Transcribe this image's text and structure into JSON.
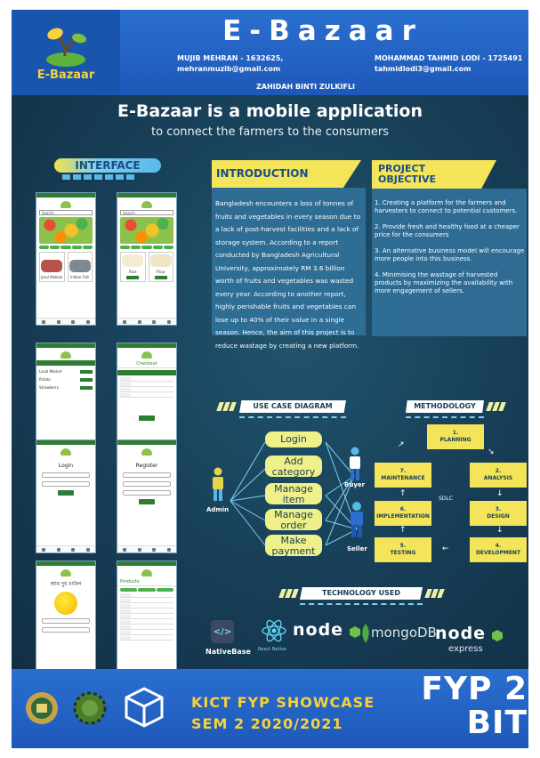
{
  "header": {
    "logo_text": "E-Bazaar",
    "title": "E-Bazaar",
    "author1_name": "MUJIB MEHRAN - 1632625,",
    "author1_email": "mehranmuzib@gmail.com",
    "author2_name": "MOHAMMAD TAHMID LODI - 1725491",
    "author2_email": "tahmidlodi3@gmail.com",
    "supervisor": "ZAHIDAH BINTI ZULKIFLI"
  },
  "headline": {
    "title": "E-Bazaar is a mobile application",
    "subtitle": "to connect the farmers to the consumers"
  },
  "interface": {
    "label": "INTERFACE",
    "screens": {
      "home_search": "Search",
      "card1": "Jarul Malkan",
      "card2": "Indian Fish",
      "card3": "Rice",
      "card4": "Flour",
      "checkout_title": "Checkout",
      "row1": "Local Market",
      "row2": "Potato",
      "row3": "Strawberry",
      "login_title": "Login",
      "register_title": "Register",
      "product_title": "আম দুধ চাউল",
      "products_title": "Products"
    }
  },
  "introduction": {
    "heading": "INTRODUCTION",
    "text": "Bangladesh encounters a loss of tonnes of fruits and vegetables in every season due to a lack of post-harvest facilities and a lack of storage system. According to a report conducted by Bangladesh Agricultural University, approximately RM 3.6 billion worth of fruits and vegetables was wasted every year. According to another report, highly perishable fruits and vegetables can lose up to 40% of their value in a single season. Hence, the aim of this project is to reduce wastage by creating a new platform."
  },
  "objective": {
    "heading_line1": "PROJECT",
    "heading_line2": "OBJECTIVE",
    "items": [
      "1. Creating a platform for the farmers and harvesters to connect to potential customers.",
      "2. Provide fresh and healthy food at a cheaper price for the consumers",
      "3. An alternative business model will encourage more people into this business.",
      "4. Minimising the wastage of harvested products by maximizing the availability with more engagement of sellers."
    ]
  },
  "use_case": {
    "heading": "USE CASE DIAGRAM",
    "cases": [
      "Login",
      "Add category",
      "Manage item",
      "Manage order",
      "Make payment"
    ],
    "actors": {
      "admin": "Admin",
      "buyer": "Buyer",
      "seller": "Seller"
    }
  },
  "methodology": {
    "heading": "METHODOLOGY",
    "center": "SDLC",
    "steps": [
      {
        "num": "1.",
        "label": "PLANNING"
      },
      {
        "num": "2.",
        "label": "ANALYSIS"
      },
      {
        "num": "3.",
        "label": "DESIGN"
      },
      {
        "num": "4.",
        "label": "DEVELOPMENT"
      },
      {
        "num": "5.",
        "label": "TESTING"
      },
      {
        "num": "6.",
        "label": "IMPLEMENTATION"
      },
      {
        "num": "7.",
        "label": "MAINTENANCE"
      }
    ]
  },
  "technology": {
    "heading": "TECHNOLOGY USED",
    "items": [
      "NativeBase",
      "React Native",
      "node",
      "mongoDB",
      "node",
      "express"
    ]
  },
  "footer": {
    "line1": "KICT FYP SHOWCASE",
    "line2": "SEM 2 2020/2021",
    "fyp1": "FYP 2",
    "fyp2": "BIT"
  },
  "colors": {
    "header_blue": "#1e58b8",
    "accent_yellow": "#f4e45a",
    "panel_teal": "#2f6f97",
    "background_dark": "#173e56"
  }
}
